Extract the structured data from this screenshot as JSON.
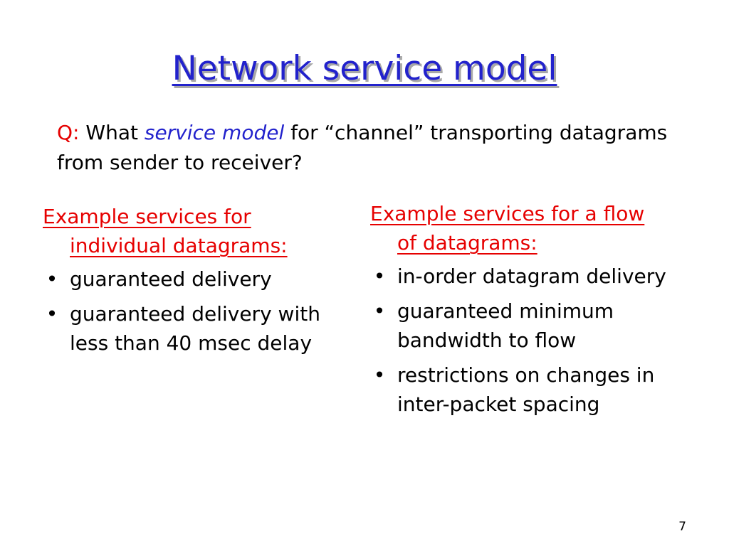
{
  "slide": {
    "title": "Network service model",
    "question": {
      "label": "Q:",
      "text_before": " What ",
      "emphasis": "service model",
      "text_after": " for “channel” transporting datagrams from sender to receiver?"
    },
    "left_column": {
      "heading": "Example services for individual datagrams:",
      "bullet_char": "•",
      "items": [
        "guaranteed delivery",
        "guaranteed delivery with less than 40 msec delay"
      ]
    },
    "right_column": {
      "heading": "Example services for a flow of datagrams:",
      "bullet_char": "•",
      "items": [
        "in-order datagram delivery",
        "guaranteed minimum bandwidth to flow",
        "restrictions on changes in inter-packet spacing"
      ]
    },
    "page_number": "7"
  },
  "colors": {
    "title": "#2222cc",
    "accent_red": "#e60000",
    "emphasis_blue": "#2222cc",
    "text": "#000000",
    "background": "#ffffff"
  }
}
